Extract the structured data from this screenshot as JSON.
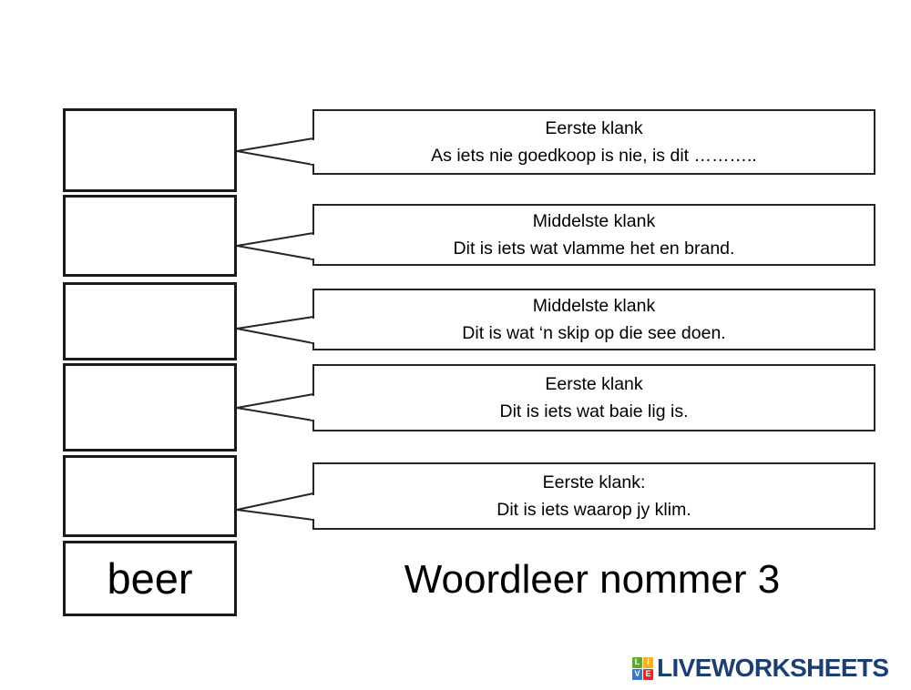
{
  "page": {
    "title": "Woordleer nommer 3",
    "background_color": "#ffffff",
    "ink_color": "#000000"
  },
  "answer_boxes": [
    {
      "name": "answer-box-1",
      "value": "",
      "placeholder": ""
    },
    {
      "name": "answer-box-2",
      "value": "",
      "placeholder": ""
    },
    {
      "name": "answer-box-3",
      "value": "",
      "placeholder": ""
    },
    {
      "name": "answer-box-4",
      "value": "",
      "placeholder": ""
    },
    {
      "name": "answer-box-5",
      "value": "",
      "placeholder": ""
    }
  ],
  "word_box": {
    "word": "beer"
  },
  "clues": [
    {
      "heading": "Eerste klank",
      "text": "As iets nie goedkoop is nie, is dit ……….."
    },
    {
      "heading": "Middelste klank",
      "text": "Dit is iets wat vlamme het en brand."
    },
    {
      "heading": "Middelste klank",
      "text": "Dit is wat ‘n skip op die see doen."
    },
    {
      "heading": "Eerste klank",
      "text": "Dit is iets wat baie lig is."
    },
    {
      "heading": "Eerste klank:",
      "text": "Dit is iets waarop jy klim."
    }
  ],
  "footer": {
    "brand_name": "LIVEWORKSHEETS",
    "brand_color": "#1b3f72",
    "tiles": [
      {
        "letter": "L",
        "color": "#5fa832"
      },
      {
        "letter": "I",
        "color": "#f0b323"
      },
      {
        "letter": "V",
        "color": "#3a78c2"
      },
      {
        "letter": "E",
        "color": "#d6312b"
      }
    ]
  }
}
